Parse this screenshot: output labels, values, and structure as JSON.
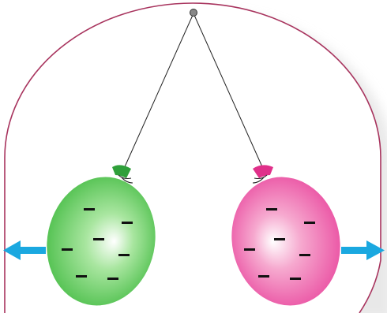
{
  "colors": {
    "background": "#ffffff",
    "frame": "#a8345e",
    "string": "#222222",
    "pivot": "#666666",
    "left_balloon": "#3cb83c",
    "right_balloon": "#e8409a",
    "arrow": "#1aa8e0",
    "charge": "#111111"
  },
  "balloons": [
    {
      "name": "left",
      "color": "#3cb83c",
      "charge_symbol": "–",
      "charge_count": 7
    },
    {
      "name": "right",
      "color": "#e8409a",
      "charge_symbol": "–",
      "charge_count": 7
    }
  ],
  "icons": {
    "left_force": "arrow-left-icon",
    "right_force": "arrow-right-icon",
    "pivot": "pivot-point-icon"
  }
}
